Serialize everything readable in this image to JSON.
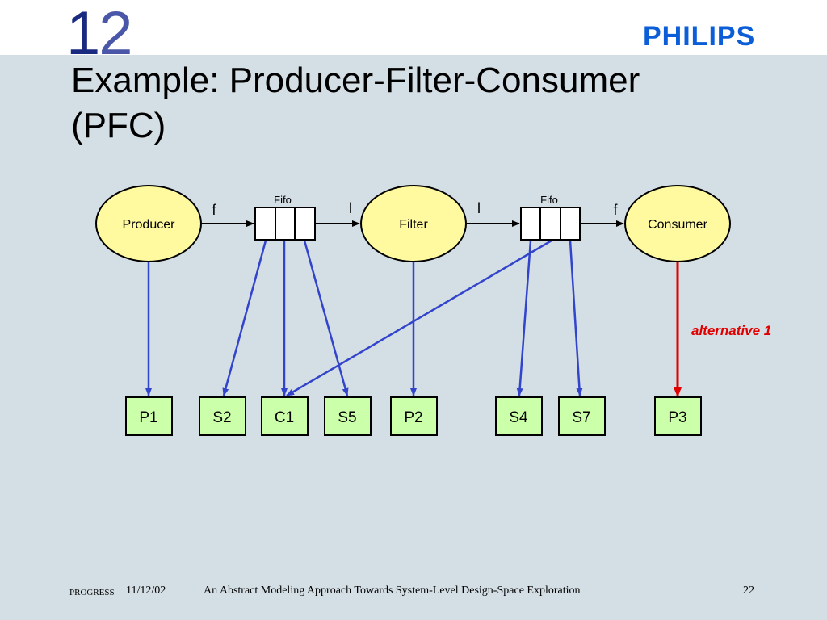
{
  "header": {
    "number_digit1": "1",
    "number_digit2": "2",
    "brand": "PHILIPS",
    "brand_color": "#0b5ed7"
  },
  "slide": {
    "title_line1": "Example: Producer-Filter-Consumer",
    "title_line2": "(PFC)"
  },
  "diagram": {
    "processes": {
      "producer": "Producer",
      "filter": "Filter",
      "consumer": "Consumer"
    },
    "fifos": {
      "fifo1": "Fifo",
      "fifo2": "Fifo"
    },
    "channel_labels": {
      "producer_out": "f",
      "filter_in": "l",
      "filter_out": "l",
      "consumer_in": "f"
    },
    "resources": {
      "p1": "P1",
      "s2": "S2",
      "c1": "C1",
      "s5": "S5",
      "p2": "P2",
      "s4": "S4",
      "s7": "S7",
      "p3": "P3"
    },
    "annotation": "alternative 1",
    "colors": {
      "node_fill": "#fff9a0",
      "resource_fill": "#ccffaa",
      "mapping": "#3344cc",
      "alternative": "#e00000"
    }
  },
  "footer": {
    "progress": "PROGRESS",
    "date": "11/12/02",
    "title": "An Abstract Modeling Approach Towards System-Level Design-Space Exploration",
    "page": "22"
  }
}
